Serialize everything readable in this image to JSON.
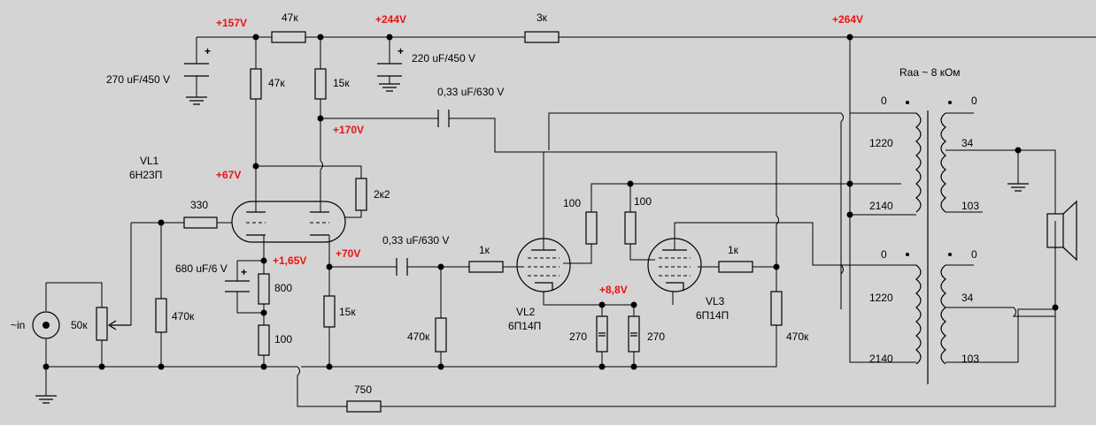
{
  "voltages": {
    "v157": "+157V",
    "v244": "+244V",
    "v264": "+264V",
    "v67": "+67V",
    "v170": "+170V",
    "v165": "+1,65V",
    "v70": "+70V",
    "v88": "+8,8V"
  },
  "components": {
    "r_47k_series": "47к",
    "r_47k_anode": "47к",
    "r_15k_anode": "15к",
    "r_3k": "3к",
    "r_2k2": "2к2",
    "r_330": "330",
    "r_800": "800",
    "r_100_cathode": "100",
    "r_15k_cathode": "15к",
    "r_470k_input": "470к",
    "r_470k_vl2": "470к",
    "r_470k_vl3": "470к",
    "r_1k_vl2": "1к",
    "r_1k_vl3": "1к",
    "r_100_vl2": "100",
    "r_100_vl3": "100",
    "r_270_vl2": "270",
    "r_270_vl3": "270",
    "r_750": "750",
    "pot_50k": "50к",
    "c_270uf": "270 uF/450 V",
    "c_220uf": "220 uF/450 V",
    "c_033_top": "0,33 uF/630 V",
    "c_033_mid": "0,33 uF/630 V",
    "c_680uf": "680 uF/6 V"
  },
  "tubes": {
    "vl1_name": "VL1",
    "vl1_type": "6Н23П",
    "vl2_name": "VL2",
    "vl2_type": "6П14П",
    "vl3_name": "VL3",
    "vl3_type": "6П14П"
  },
  "transformer": {
    "title": "Raa ~ 8 кОм",
    "upper_0": "0",
    "upper_1220": "1220",
    "upper_2140": "2140",
    "lower_0": "0",
    "lower_1220": "1220",
    "lower_2140": "2140",
    "sec_upper_0": "0",
    "sec_upper_34": "34",
    "sec_upper_103": "103",
    "sec_lower_0": "0",
    "sec_lower_34": "34",
    "sec_lower_103": "103"
  },
  "input": {
    "label": "~in"
  },
  "polarity": {
    "plus": "+"
  }
}
